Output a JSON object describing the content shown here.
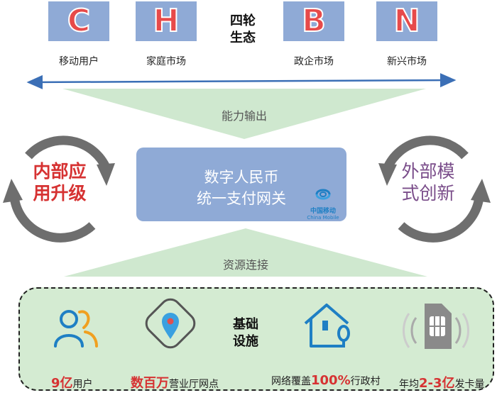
{
  "top": {
    "segments": [
      {
        "letter": "C",
        "label": "移动用户"
      },
      {
        "letter": "H",
        "label": "家庭市场"
      },
      {
        "letter": "B",
        "label": "政企市场"
      },
      {
        "letter": "N",
        "label": "新兴市场"
      }
    ],
    "ecosystem_line1": "四轮",
    "ecosystem_line2": "生态"
  },
  "capability_output": "能力输出",
  "center": {
    "line1": "数字人民币",
    "line2": "统一支付网关",
    "logo_cn": "中国移动",
    "logo_en": "China Mobile"
  },
  "left_cycle": {
    "line1": "内部应",
    "line2": "用升级"
  },
  "right_cycle": {
    "line1": "外部模",
    "line2": "式创新"
  },
  "resource_link": "资源连接",
  "infrastructure": {
    "title_line1": "基础",
    "title_line2": "设施",
    "stats": [
      {
        "highlight": "9亿",
        "text": "用户"
      },
      {
        "highlight": "数百万",
        "text": "营业厅网点"
      },
      {
        "prefix": "网络覆盖",
        "highlight": "100%",
        "text": "行政村"
      },
      {
        "prefix": "年均",
        "highlight": "2-3亿",
        "text": "发卡量"
      }
    ]
  },
  "colors": {
    "box_blue": "#8faad6",
    "accent_red": "#d63232",
    "purple_text": "#7a4d8a",
    "triangle_green": "#cfe8cf",
    "infra_bg": "#d4ebd2",
    "arrow_blue": "#3b6fb6",
    "icon_blue": "#1e7fc4",
    "icon_orange": "#f0a020",
    "cycle_gray": "#6e6e6e"
  }
}
